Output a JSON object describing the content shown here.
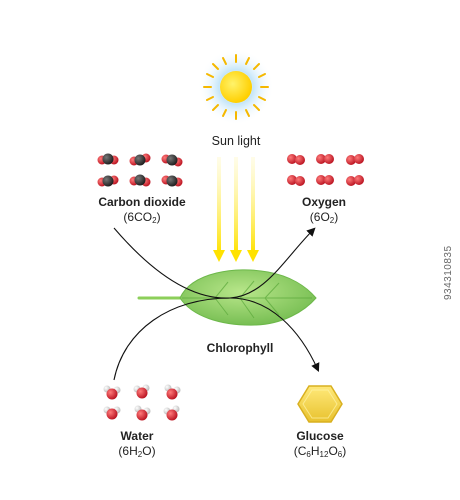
{
  "sun": {
    "label": "Sun light",
    "color": "#ffd81a",
    "glow": "#a6d8f6"
  },
  "reactants": [
    {
      "name": "Carbon dioxide",
      "formula": [
        [
          "6CO",
          ""
        ],
        [
          "2",
          "sub"
        ]
      ],
      "atom_colors": [
        "#cc1f2e",
        "#333333"
      ]
    },
    {
      "name": "Water",
      "formula": [
        [
          "6H",
          ""
        ],
        [
          "2",
          "sub"
        ],
        [
          "O",
          ""
        ]
      ],
      "atom_colors": [
        "#cc1f2e",
        "#e6e6e6"
      ]
    }
  ],
  "products": [
    {
      "name": "Oxygen",
      "formula": [
        [
          "6O",
          ""
        ],
        [
          "2",
          "sub"
        ]
      ],
      "atom_colors": [
        "#cc1f2e"
      ]
    },
    {
      "name": "Glucose",
      "formula": [
        [
          "C",
          ""
        ],
        [
          "6",
          "sub"
        ],
        [
          "H",
          ""
        ],
        [
          "12",
          "sub"
        ],
        [
          "O",
          ""
        ],
        [
          "6",
          "sub"
        ]
      ],
      "shape_color": "#f2d43a"
    }
  ],
  "leaf": {
    "label": "Chlorophyll",
    "color": "#8ccf5a"
  },
  "side_id": "934310835"
}
